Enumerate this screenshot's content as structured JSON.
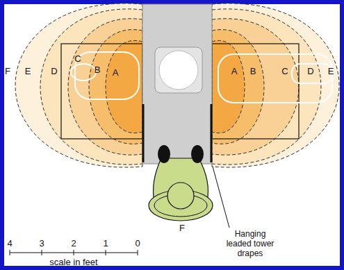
{
  "diagram": {
    "labels": [
      "F",
      "E",
      "D",
      "C",
      "B",
      "A",
      "A",
      "B",
      "C",
      "D",
      "E",
      "F",
      "Hanging leaded tower drapes",
      "4",
      "3",
      "2",
      "1",
      "0",
      "scale in feet"
    ]
  }
}
